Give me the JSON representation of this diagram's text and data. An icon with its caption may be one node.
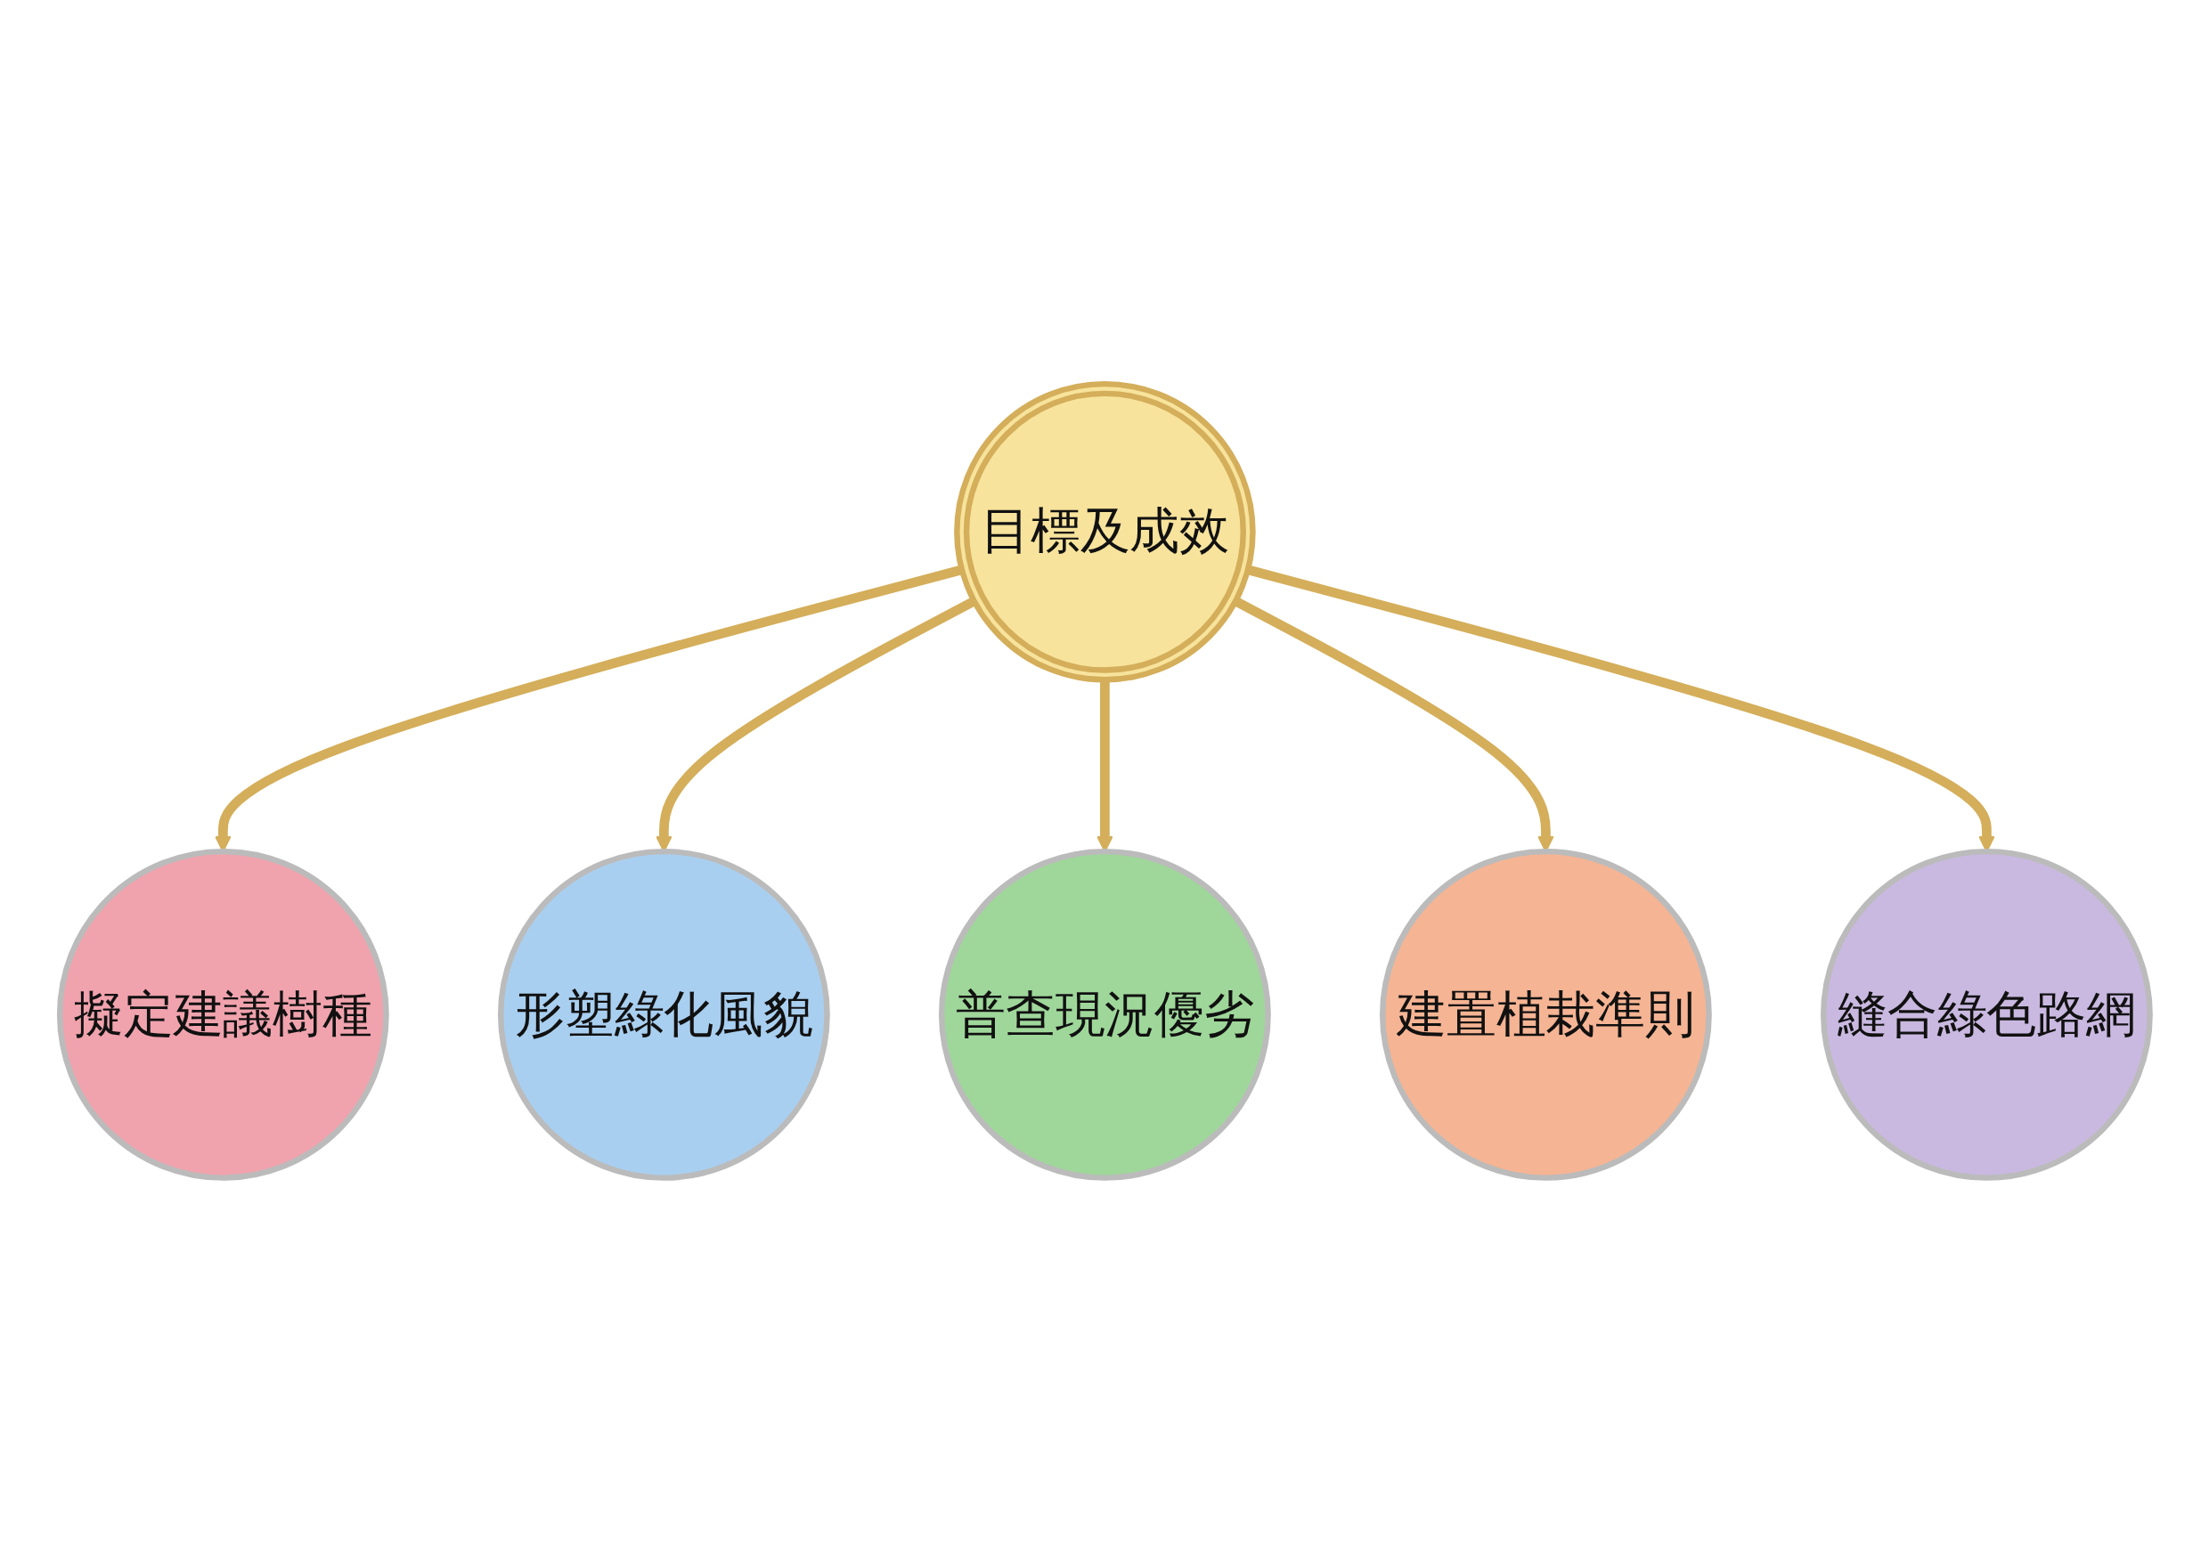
{
  "diagram": {
    "nodes": [
      {
        "text": [
          "目標及成效"
        ]
      },
      {
        "text": [
          "擬定建議樹種"
        ]
      },
      {
        "text": [
          "形塑綠化風貌"
        ]
      },
      {
        "text": [
          "普查現況優劣"
        ]
      },
      {
        "text": [
          "建置植栽準則"
        ]
      },
      {
        "text": [
          "縫合綠色路網"
        ]
      }
    ],
    "edges": [
      {
        "from": 0,
        "to": 1,
        "arrow": "to"
      },
      {
        "from": 0,
        "to": 2,
        "arrow": "to"
      },
      {
        "from": 0,
        "to": 3,
        "arrow": "to"
      },
      {
        "from": 0,
        "to": 4,
        "arrow": "to"
      },
      {
        "from": 0,
        "to": 5,
        "arrow": "to"
      }
    ]
  }
}
